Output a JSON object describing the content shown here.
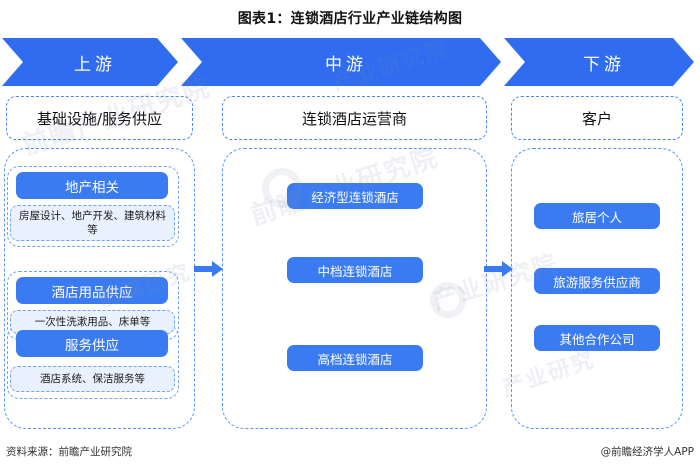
{
  "title": "图表1：连锁酒店行业产业链结构图",
  "banner": {
    "upstream": "上游",
    "midstream": "中游",
    "downstream": "下游"
  },
  "columns": {
    "upstream": {
      "header": "基础设施/服务供应",
      "groups": [
        {
          "pill": "地产相关",
          "detail": "房屋设计、地产开发、建筑材料等"
        },
        {
          "pill": "酒店用品供应",
          "detail": "一次性洗漱用品、床单等"
        },
        {
          "pill": "服务供应",
          "detail": "酒店系统、保洁服务等"
        }
      ]
    },
    "midstream": {
      "header": "连锁酒店运营商",
      "items": [
        "经济型连锁酒店",
        "中档连锁酒店",
        "高档连锁酒店"
      ]
    },
    "downstream": {
      "header": "客户",
      "items": [
        "旅居个人",
        "旅游服务供应商",
        "其他合作公司"
      ]
    }
  },
  "connectors": {
    "left_arrow": "arrow-right-icon",
    "right_arrow": "arrow-right-icon"
  },
  "footer": {
    "source": "资料来源：前瞻产业研究院",
    "app": "@前瞻经济学人APP"
  },
  "watermarks": {
    "a": "前瞻产业研究院",
    "b": "前瞻产业研究院",
    "c": "产业研究院",
    "d": "前瞻研究",
    "e": "产业研究",
    "f": "产业研究院"
  },
  "colors": {
    "banner_blue": "#2f6cf0",
    "pill_blue": "#3b7bf2",
    "dash_border": "#5a93f8",
    "sub_fill": "#eaf1fe"
  }
}
